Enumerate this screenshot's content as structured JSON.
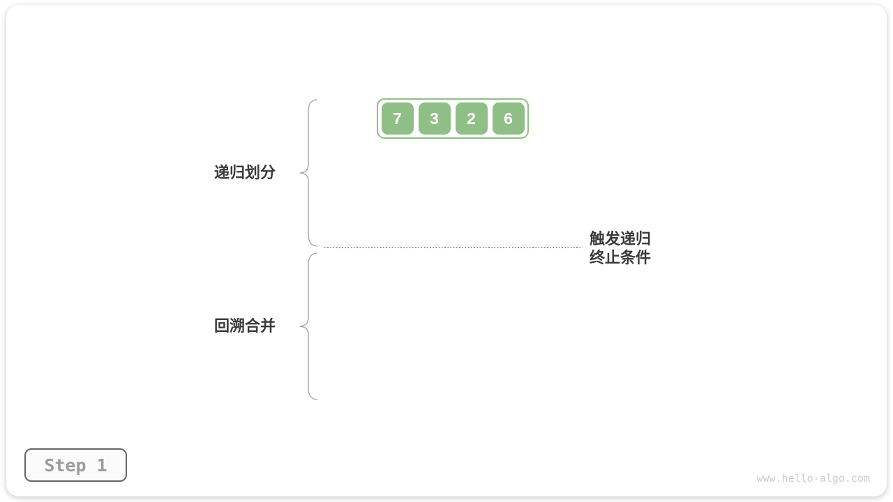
{
  "array": {
    "values": [
      "7",
      "3",
      "2",
      "6"
    ]
  },
  "labels": {
    "divide": "递归划分",
    "merge": "回溯合并",
    "terminate_line1": "触发递归",
    "terminate_line2": "终止条件"
  },
  "step_badge": "Step 1",
  "watermark": "www.hello-algo.com",
  "colors": {
    "cell_green": "#8FBF86",
    "text_dark": "#3a3a3a",
    "brace_gray": "#aaaaaa",
    "dot_gray": "#8c8c8c",
    "step_text": "#9c9c9c",
    "watermark_gray": "#cbcbcb"
  }
}
